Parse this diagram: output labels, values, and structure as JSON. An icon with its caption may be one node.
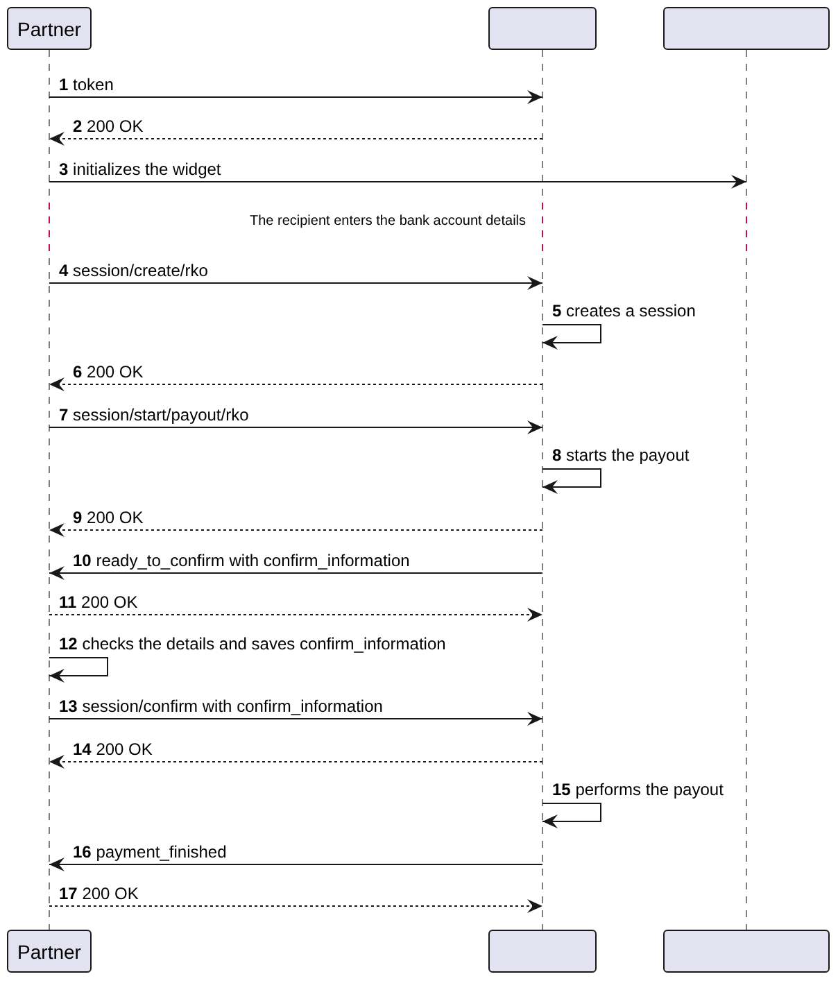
{
  "diagram": {
    "nodes": [
      {
        "text": [
          "Partner"
        ]
      },
      {
        "text": [],
        "shape": "box"
      },
      {
        "text": [],
        "shape": "box"
      },
      {
        "text": [],
        "shape": "line"
      },
      {
        "text": [],
        "shape": "line"
      },
      {
        "text": [],
        "shape": "line"
      },
      {
        "text": [
          "Partner"
        ]
      },
      {
        "text": [],
        "shape": "box"
      },
      {
        "text": [],
        "shape": "box"
      }
    ],
    "edges": [
      {
        "from": 3,
        "to": 4,
        "arrow": "to",
        "label": "**1** token"
      },
      {
        "from": 4,
        "to": 3,
        "arrow": "to",
        "label": "**2** 200 OK",
        "style": "dashed"
      },
      {
        "from": 3,
        "to": 5,
        "arrow": "to",
        "label": "**3** initializes the widget"
      },
      {
        "from": 3,
        "to": 4,
        "arrow": "to",
        "label": "**4** session/create/rko"
      },
      {
        "from": 4,
        "to": 4,
        "arrow": "to",
        "label": "**5** creates a session"
      },
      {
        "from": 4,
        "to": 3,
        "arrow": "to",
        "label": "**6** 200 OK",
        "style": "dashed"
      },
      {
        "from": 3,
        "to": 4,
        "arrow": "to",
        "label": "**7** session/start/payout/rko"
      },
      {
        "from": 4,
        "to": 4,
        "arrow": "to",
        "label": "**8** starts the payout"
      },
      {
        "from": 4,
        "to": 3,
        "arrow": "to",
        "label": "**9** 200 OK",
        "style": "dashed"
      },
      {
        "from": 4,
        "to": 3,
        "arrow": "to",
        "label": "**10** ready_to_confirm with confirm_information"
      },
      {
        "from": 3,
        "to": 4,
        "arrow": "to",
        "label": "**11** 200 OK",
        "style": "dashed"
      },
      {
        "from": 3,
        "to": 3,
        "arrow": "to",
        "label": "**12** checks the details and saves confirm_information"
      },
      {
        "from": 3,
        "to": 4,
        "arrow": "to",
        "label": "**13** session/confirm with confirm_information"
      },
      {
        "from": 4,
        "to": 3,
        "arrow": "to",
        "label": "**14** 200 OK",
        "style": "dashed"
      },
      {
        "from": 4,
        "to": 4,
        "arrow": "to",
        "label": "**15** performs the payout"
      },
      {
        "from": 4,
        "to": 3,
        "arrow": "to",
        "label": "**16** payment_finished"
      },
      {
        "from": 3,
        "to": 4,
        "arrow": "to",
        "label": "**17** 200 OK",
        "style": "dashed"
      }
    ],
    "labels": [
      "The recipient enters the bank account details"
    ]
  }
}
